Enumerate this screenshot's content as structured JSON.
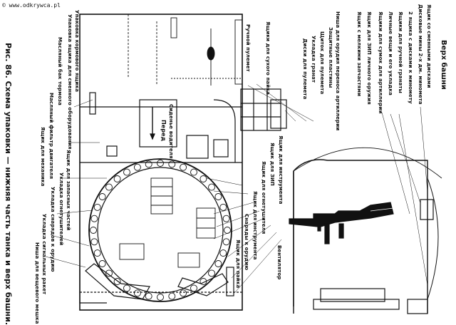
{
  "watermark": "© www.odkrywca.pl",
  "caption": "Рис. 86. Схема упаковки — нижняя часть танка и верх башни.",
  "turret_title": "Верх башни",
  "turret_labels": [
    "Ящик со сменными дисками",
    "Дисковые мины 2-х дм. миномета",
    "2 ящика с дисками к миномету",
    "Ящики для ручной гранаты",
    "Личные вещи и его укладка",
    "Ящики для сумок для артиллерии",
    "Ящик для ЗИП личного оружия",
    "Ящик с мелкими запчастями",
    "Ниша для орудия переноса артиллерии"
  ],
  "hull_labels_left": [
    "Упаковка кормового ящика",
    "Упаковка ящика для сменного оборудования",
    "Масляный бак тормоза",
    "Масляный фильтр двигателя",
    "Ящик для механика",
    "Ящик для запасных частей",
    "Укладка огнетушителей",
    "Укладка снарядов к орудию",
    "Укладка сигнальных ракет",
    "Ниша для вещевого мешка"
  ],
  "hull_labels_center": [
    "Защитные пластины",
    "Щиток для пулемета",
    "Укладка гранат",
    "Диски для пулемета",
    "Ящики для сухого пайка",
    "Ручной пулемет"
  ],
  "hull_labels_right": [
    "Ящик для инструмента",
    "Ящик для ЗИП",
    "Ящик для огнетушителя",
    "Ящик для инструмента",
    "Снаряды к орудию",
    "Ящик для пайка",
    "Вентилятор"
  ],
  "direction_box": {
    "title": "Сиденье водителя",
    "arrow_label": "Перед"
  }
}
